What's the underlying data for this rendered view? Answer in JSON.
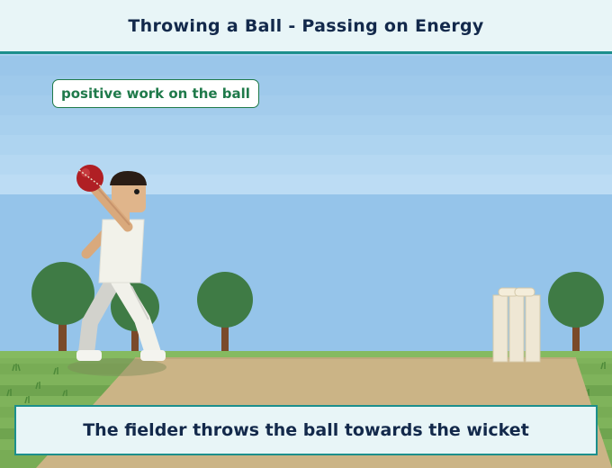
{
  "header": {
    "title": "Throwing a Ball - Passing on Energy"
  },
  "work_label": "positive work on the ball",
  "caption": "The fielder throws the ball towards the wicket",
  "colors": {
    "header_bg": "#e8f5f7",
    "header_border": "#1c8f8c",
    "title_text": "#13294b",
    "label_text": "#1f7a4a",
    "grass": "#7fb35b",
    "pitch": "#cbb486",
    "ball": "#b01f24",
    "tree": "#3f7b45"
  }
}
